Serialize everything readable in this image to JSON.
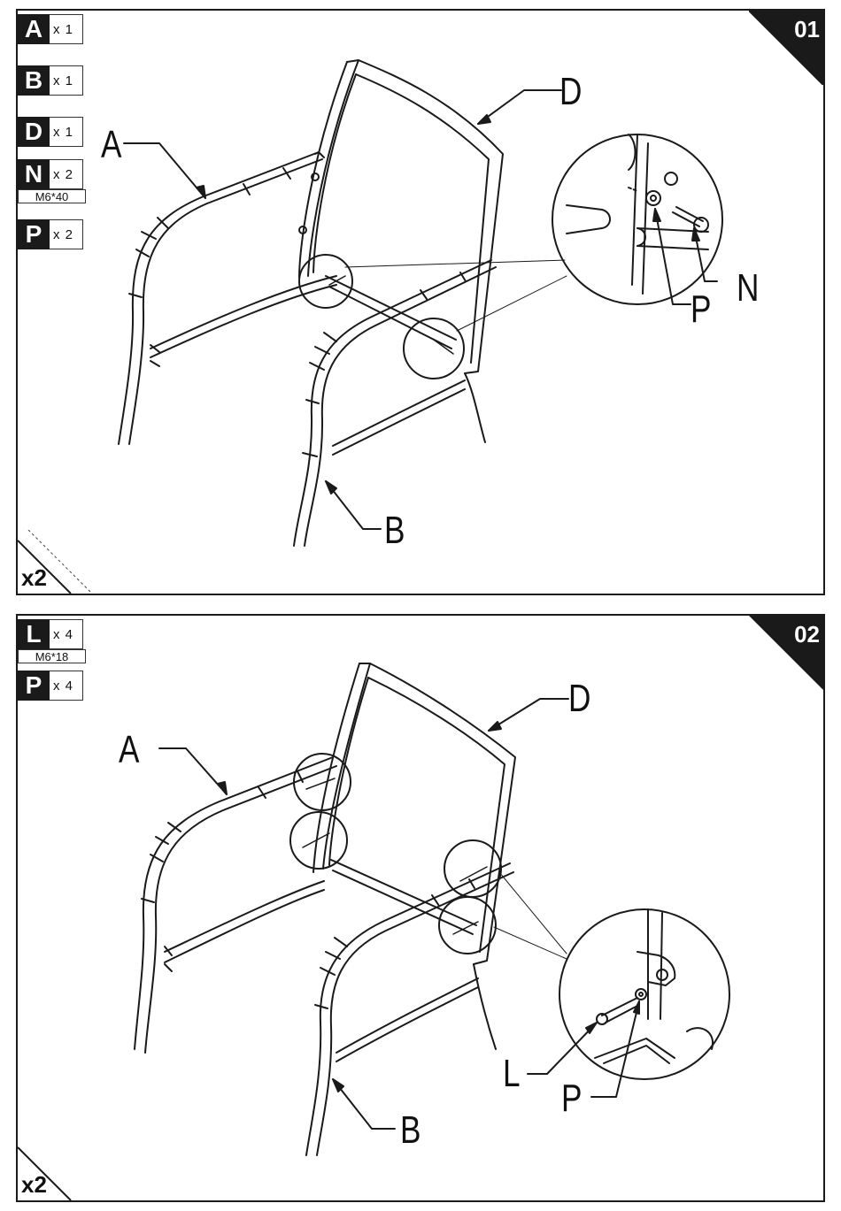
{
  "steps": [
    {
      "number": "01",
      "multiplier": "x2",
      "parts": [
        {
          "letter": "A",
          "qty": "x 1"
        },
        {
          "letter": "B",
          "qty": "x 1"
        },
        {
          "letter": "D",
          "qty": "x 1"
        },
        {
          "letter": "N",
          "qty": "x 2",
          "spec": "M6*40"
        },
        {
          "letter": "P",
          "qty": "x 2"
        }
      ],
      "callouts": {
        "a": "A",
        "b": "B",
        "d": "D",
        "n": "N",
        "p": "P"
      }
    },
    {
      "number": "02",
      "multiplier": "x2",
      "parts": [
        {
          "letter": "L",
          "qty": "x 4",
          "spec": "M6*18"
        },
        {
          "letter": "P",
          "qty": "x 4"
        }
      ],
      "callouts": {
        "a": "A",
        "b": "B",
        "d": "D",
        "l": "L",
        "p": "P"
      }
    }
  ]
}
